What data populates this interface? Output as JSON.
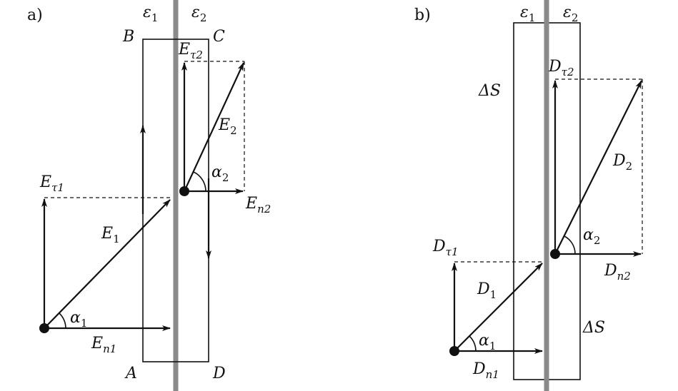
{
  "panel_a": {
    "tag": "a)",
    "eps1": "ε",
    "eps1_sub": "1",
    "eps2": "ε",
    "eps2_sub": "2",
    "corner_a": "A",
    "corner_b": "B",
    "corner_c": "C",
    "corner_d": "D",
    "e1": "E",
    "e1_sub": "1",
    "e2": "E",
    "e2_sub": "2",
    "et1": "E",
    "et1_sub": "τ1",
    "et2": "E",
    "et2_sub": "τ2",
    "en1": "E",
    "en1_sub": "n1",
    "en2": "E",
    "en2_sub": "n2",
    "alpha1": "α",
    "alpha1_sub": "1",
    "alpha2": "α",
    "alpha2_sub": "2"
  },
  "panel_b": {
    "tag": "b)",
    "eps1": "ε",
    "eps1_sub": "1",
    "eps2": "ε",
    "eps2_sub": "2",
    "ds_top": "ΔS",
    "ds_bottom": "ΔS",
    "d1": "D",
    "d1_sub": "1",
    "d2": "D",
    "d2_sub": "2",
    "dt1": "D",
    "dt1_sub": "τ1",
    "dt2": "D",
    "dt2_sub": "τ2",
    "dn1": "D",
    "dn1_sub": "n1",
    "dn2": "D",
    "dn2_sub": "n2",
    "alpha1": "α",
    "alpha1_sub": "1",
    "alpha2": "α",
    "alpha2_sub": "2"
  },
  "colors": {
    "ink": "#111111",
    "interface": "#8a8a8a"
  }
}
